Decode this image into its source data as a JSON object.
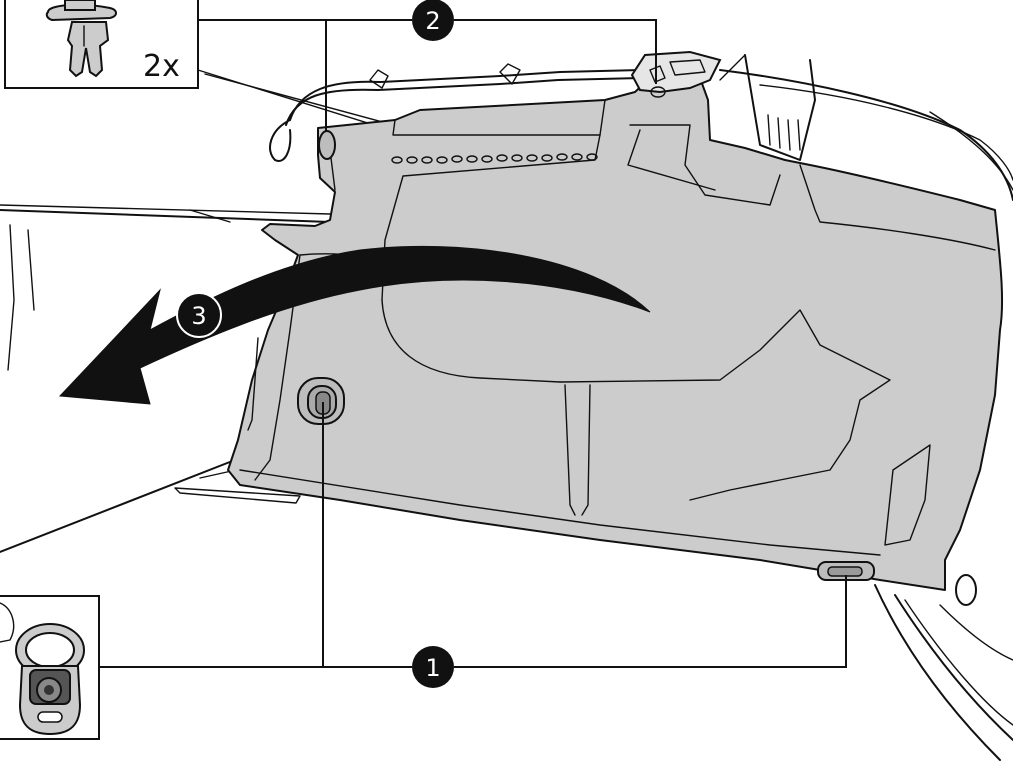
{
  "callouts": [
    {
      "id": "1",
      "label": "1"
    },
    {
      "id": "2",
      "label": "2"
    },
    {
      "id": "3",
      "label": "3"
    }
  ],
  "inset_top": {
    "quantity": "2x"
  },
  "colors": {
    "panel_fill": "#cccccc",
    "line": "#111111",
    "callout_fill": "#111111",
    "callout_text": "#ffffff",
    "background": "#ffffff"
  },
  "icons": {
    "inset_top": "push-pin-clip-icon",
    "inset_bottom": "tie-down-eye-icon",
    "arrow": "curved-removal-arrow-icon"
  }
}
